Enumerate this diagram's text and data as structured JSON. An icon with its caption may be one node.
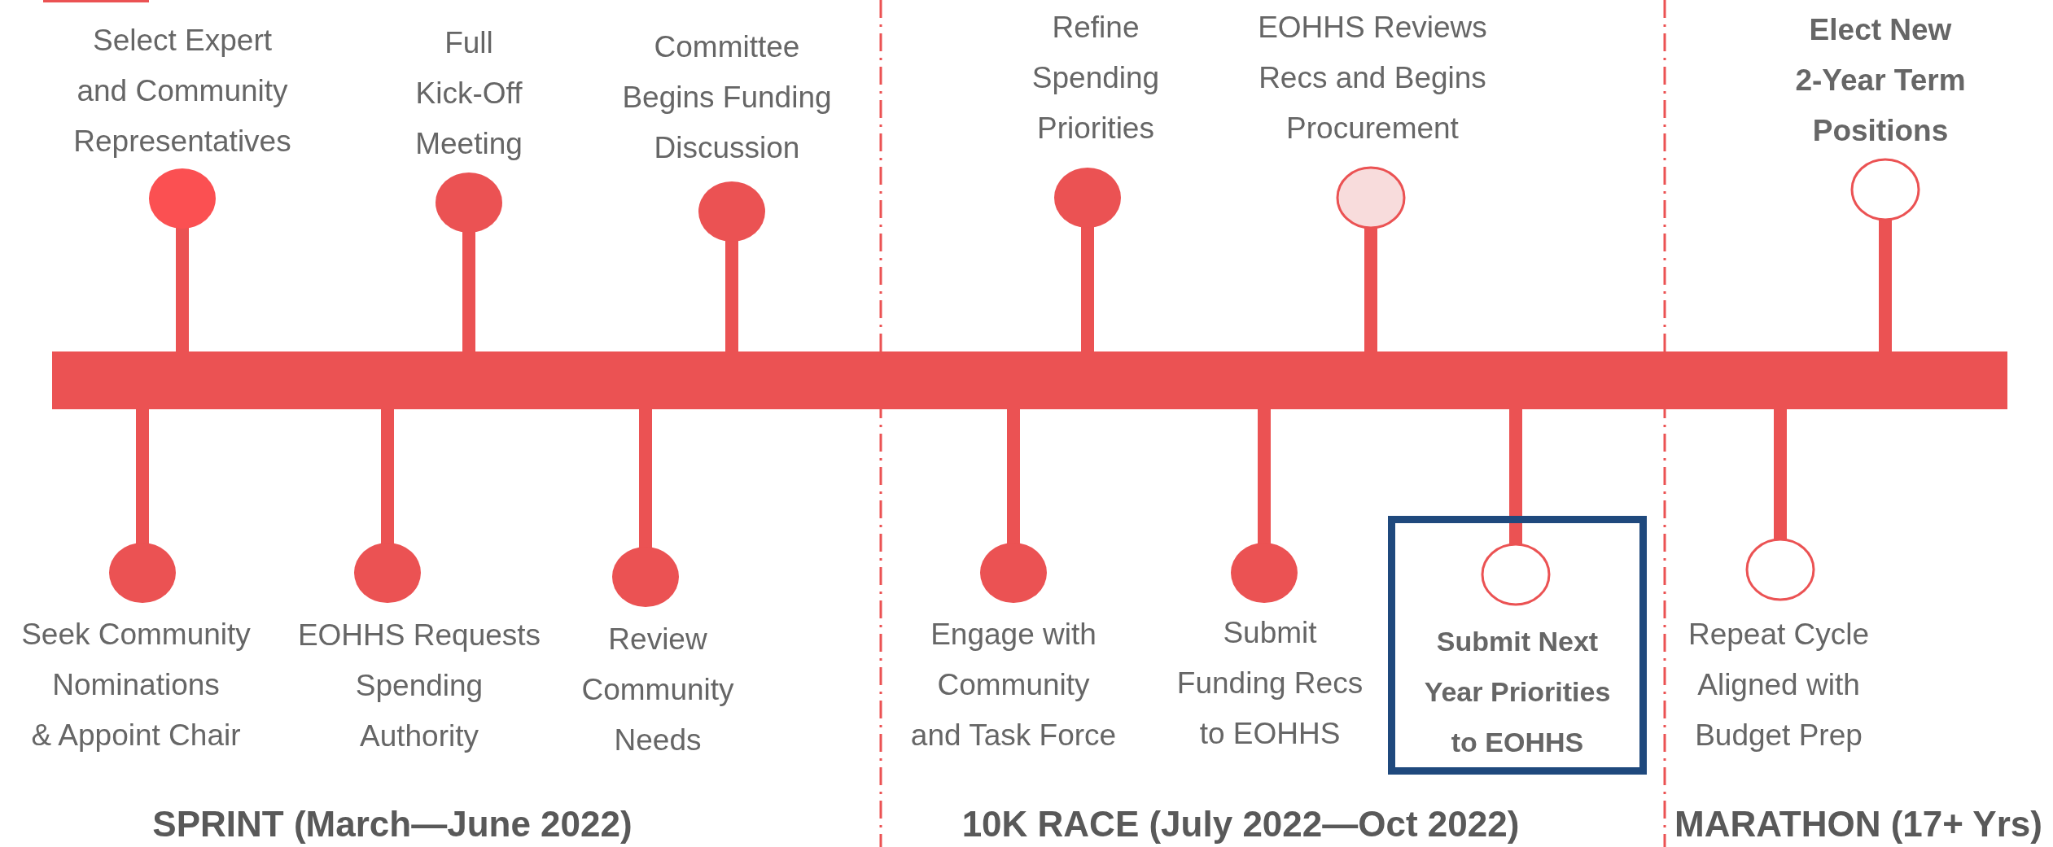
{
  "diagram": {
    "nodes": [
      {
        "text": [
          "Submit Next Year Priorities to EOHHS"
        ]
      }
    ],
    "labels": [
      "Select Expert and Community Representatives",
      "Full Kick-Off Meeting",
      "Committee Begins Funding Discussion",
      "Refine Spending Priorities",
      "EOHHS Reviews Recs and Begins Procurement",
      "Elect New 2-Year Term Positions",
      "Seek Community Nominations & Appoint Chair",
      "EOHHS Requests Spending Authority",
      "Review Community Needs",
      "Engage with Community and Task Force",
      "Submit Funding Recs to EOHHS",
      "Repeat Cycle Aligned with Budget Prep",
      "SPRINT (March—June 2022)",
      "10K RACE (July 2022—Oct 2022)",
      "MARATHON (17+ Yrs)"
    ]
  }
}
